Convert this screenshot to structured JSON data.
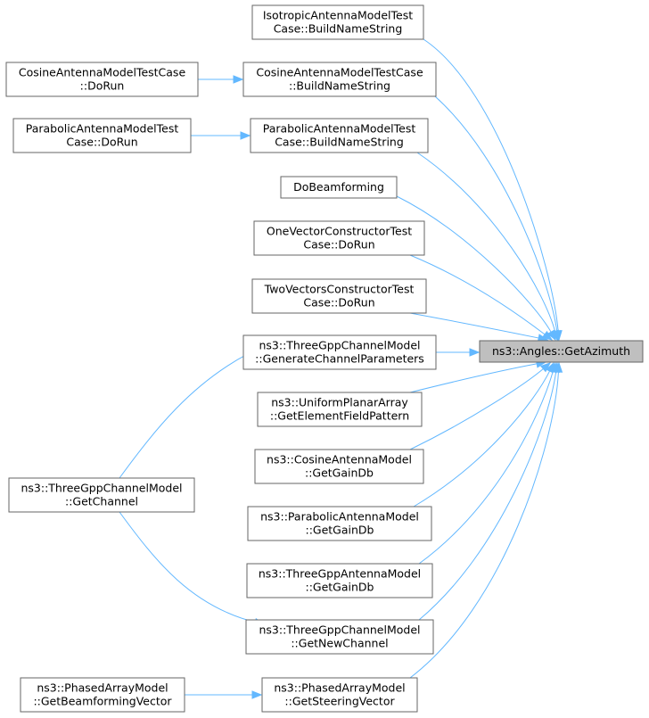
{
  "nodes": [
    {
      "id": "target",
      "lines": [
        "ns3::Angles::GetAzimuth"
      ],
      "highlight": true
    },
    {
      "id": "iso_bns",
      "lines": [
        "IsotropicAntennaModelTest",
        "Case::BuildNameString"
      ]
    },
    {
      "id": "cos_bns",
      "lines": [
        "CosineAntennaModelTestCase",
        "::BuildNameString"
      ]
    },
    {
      "id": "cos_dorun",
      "lines": [
        "CosineAntennaModelTestCase",
        "::DoRun"
      ]
    },
    {
      "id": "par_bns",
      "lines": [
        "ParabolicAntennaModelTest",
        "Case::BuildNameString"
      ]
    },
    {
      "id": "par_dorun",
      "lines": [
        "ParabolicAntennaModelTest",
        "Case::DoRun"
      ]
    },
    {
      "id": "dobeam",
      "lines": [
        "DoBeamforming"
      ]
    },
    {
      "id": "onevec",
      "lines": [
        "OneVectorConstructorTest",
        "Case::DoRun"
      ]
    },
    {
      "id": "twovec",
      "lines": [
        "TwoVectorsConstructorTest",
        "Case::DoRun"
      ]
    },
    {
      "id": "gen_params",
      "lines": [
        "ns3::ThreeGppChannelModel",
        "::GenerateChannelParameters"
      ]
    },
    {
      "id": "upa_field",
      "lines": [
        "ns3::UniformPlanarArray",
        "::GetElementFieldPattern"
      ]
    },
    {
      "id": "cos_gain",
      "lines": [
        "ns3::CosineAntennaModel",
        "::GetGainDb"
      ]
    },
    {
      "id": "par_gain",
      "lines": [
        "ns3::ParabolicAntennaModel",
        "::GetGainDb"
      ]
    },
    {
      "id": "tgpp_gain",
      "lines": [
        "ns3::ThreeGppAntennaModel",
        "::GetGainDb"
      ]
    },
    {
      "id": "get_channel",
      "lines": [
        "ns3::ThreeGppChannelModel",
        "::GetChannel"
      ]
    },
    {
      "id": "new_channel",
      "lines": [
        "ns3::ThreeGppChannelModel",
        "::GetNewChannel"
      ]
    },
    {
      "id": "steering",
      "lines": [
        "ns3::PhasedArrayModel",
        "::GetSteeringVector"
      ]
    },
    {
      "id": "beamvec",
      "lines": [
        "ns3::PhasedArrayModel",
        "::GetBeamformingVector"
      ]
    }
  ],
  "edges": [
    {
      "from": "iso_bns",
      "to": "target"
    },
    {
      "from": "cos_bns",
      "to": "target"
    },
    {
      "from": "cos_dorun",
      "to": "cos_bns"
    },
    {
      "from": "par_bns",
      "to": "target"
    },
    {
      "from": "par_dorun",
      "to": "par_bns"
    },
    {
      "from": "dobeam",
      "to": "target"
    },
    {
      "from": "onevec",
      "to": "target"
    },
    {
      "from": "twovec",
      "to": "target"
    },
    {
      "from": "gen_params",
      "to": "target"
    },
    {
      "from": "upa_field",
      "to": "target"
    },
    {
      "from": "cos_gain",
      "to": "target"
    },
    {
      "from": "par_gain",
      "to": "target"
    },
    {
      "from": "tgpp_gain",
      "to": "target"
    },
    {
      "from": "new_channel",
      "to": "target"
    },
    {
      "from": "steering",
      "to": "target"
    },
    {
      "from": "get_channel",
      "to": "gen_params"
    },
    {
      "from": "get_channel",
      "to": "new_channel"
    },
    {
      "from": "beamvec",
      "to": "steering"
    }
  ],
  "colors": {
    "edge": "#63b8ff",
    "node_border": "#666666",
    "highlight_fill": "#bfbfbf"
  }
}
